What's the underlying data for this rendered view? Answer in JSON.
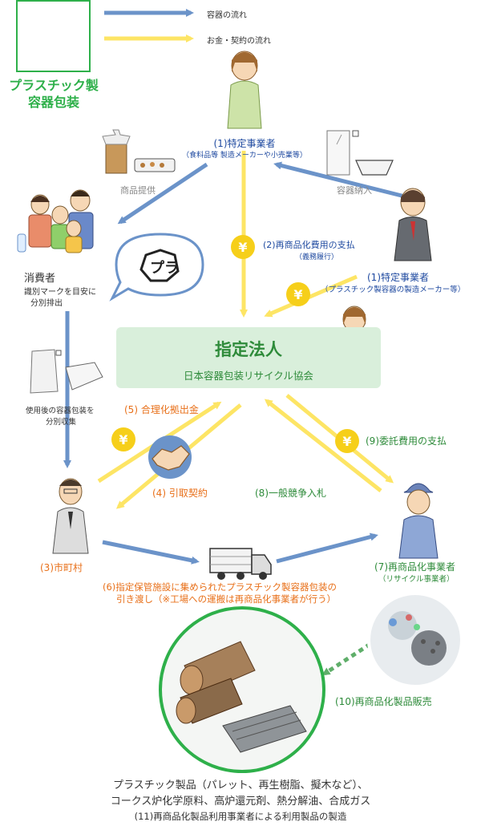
{
  "legend": {
    "container_flow": "容器の流れ",
    "money_flow": "お金・契約の流れ",
    "title_line1": "プラスチック製",
    "title_line2": "容器包装"
  },
  "nodes": {
    "specified_business_1": {
      "title": "(1)特定事業者",
      "sub": "（食料品等 製造メーカーや小売業等）"
    },
    "specified_business_2": {
      "title": "(1)特定事業者",
      "sub": "（プラスチック製容器の製造メーカー等）"
    },
    "consumer": {
      "title": "消費者",
      "sub1": "識別マークを目安に",
      "sub2": "分別排出"
    },
    "designated_corp": {
      "name": "指定法人",
      "sub": "日本容器包装リサイクル協会"
    },
    "municipality": {
      "title": "(3)市町村"
    },
    "recycler": {
      "title": "(7)再商品化事業者",
      "sub": "（リサイクル事業者）"
    }
  },
  "labels": {
    "product_provide": "商品提供",
    "container_deliver": "容器納入",
    "recycling_fee": "(2)再商品化費用の支払",
    "recycling_fee_sub": "（義務履行）",
    "rationalization": "(5) 合理化拠出金",
    "pickup_contract": "(4) 引取契約",
    "bidding": "(8)一般競争入札",
    "consignment_fee": "(9)委託費用の支払",
    "separate_collection1": "使用後の容器包装を",
    "separate_collection2": "分別収集",
    "handover1": "(6)指定保管施設に集められたプラスチック製容器包装の",
    "handover2": "引き渡し（※工場への運搬は再商品化事業者が行う）",
    "product_sale": "(10)再商品化製品販売",
    "final1": "プラスチック製品（パレット、再生樹脂、擬木など）、",
    "final2": "コークス炉化学原料、高炉還元剤、熱分解油、合成ガス",
    "final3": "(11)再商品化製品利用事業者による利用製品の製造"
  },
  "colors": {
    "blue_arrow": "#6b93c9",
    "yellow_arrow": "#fde565",
    "legend_green": "#2eb04a",
    "corp_bg": "#d9efdb",
    "text_blue": "#1f4aa0",
    "text_orange": "#e8701a",
    "text_green": "#2e8b3a"
  },
  "icons": [
    "yen-icon",
    "handshake-icon",
    "truck-icon",
    "recycle-mark-icon"
  ]
}
